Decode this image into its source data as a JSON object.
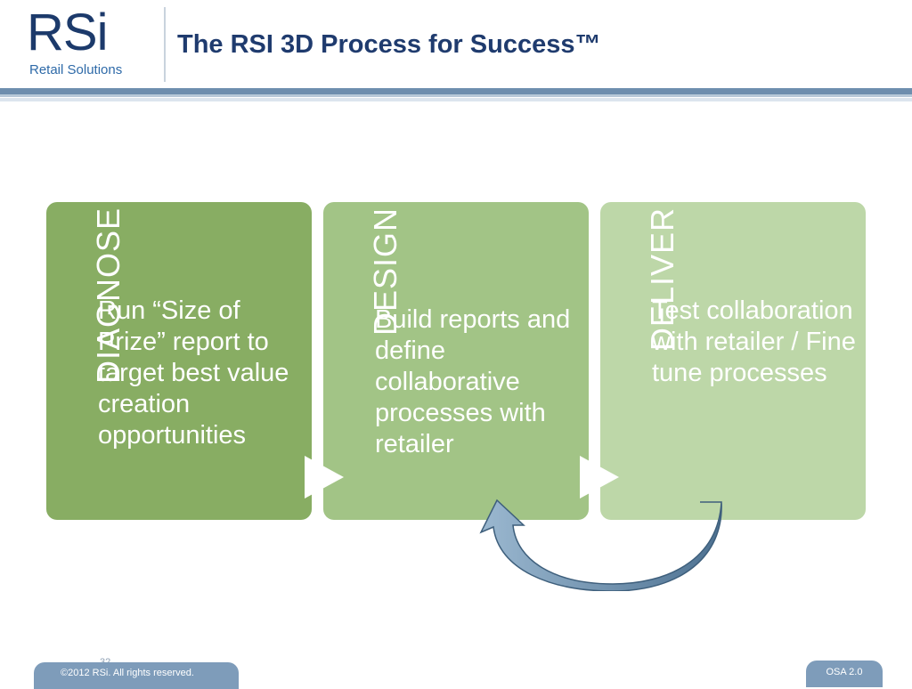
{
  "header": {
    "logo_main": "RSi",
    "logo_sub": "Retail Solutions",
    "title": "The RSI 3D Process for Success™"
  },
  "steps": [
    {
      "title": "DIAGNOSE",
      "description": "Run “Size of Prize” report to target best value creation opportunities"
    },
    {
      "title": "DESIGN",
      "description": "Build reports and define collaborative processes with retailer"
    },
    {
      "title": "DELIVER",
      "description": "Test collaboration with retailer / Fine tune processes"
    }
  ],
  "footer": {
    "page_number": "32",
    "copyright": "©2012 RSi. All rights reserved.",
    "badge": "OSA 2.0"
  },
  "colors": {
    "brand_navy": "#1c3a6b",
    "brand_blue": "#2e6aa8",
    "step1": "#88ad63",
    "step2": "#a2c486",
    "step3": "#bdd7a8",
    "cycle_arrow": "#6a8fae"
  }
}
